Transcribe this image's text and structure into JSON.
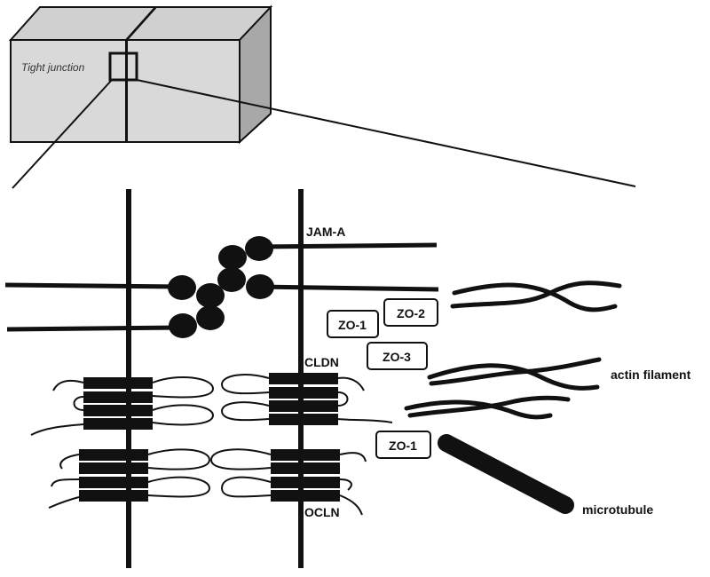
{
  "labels": {
    "tight_junction": "Tight junction",
    "jam_a": "JAM-A",
    "cldn": "CLDN",
    "ocln": "OCLN",
    "actin_filament": "actin filament",
    "microtubule": "microtubule"
  },
  "zo_boxes": [
    "ZO-1",
    "ZO-2",
    "ZO-3",
    "ZO-1"
  ]
}
